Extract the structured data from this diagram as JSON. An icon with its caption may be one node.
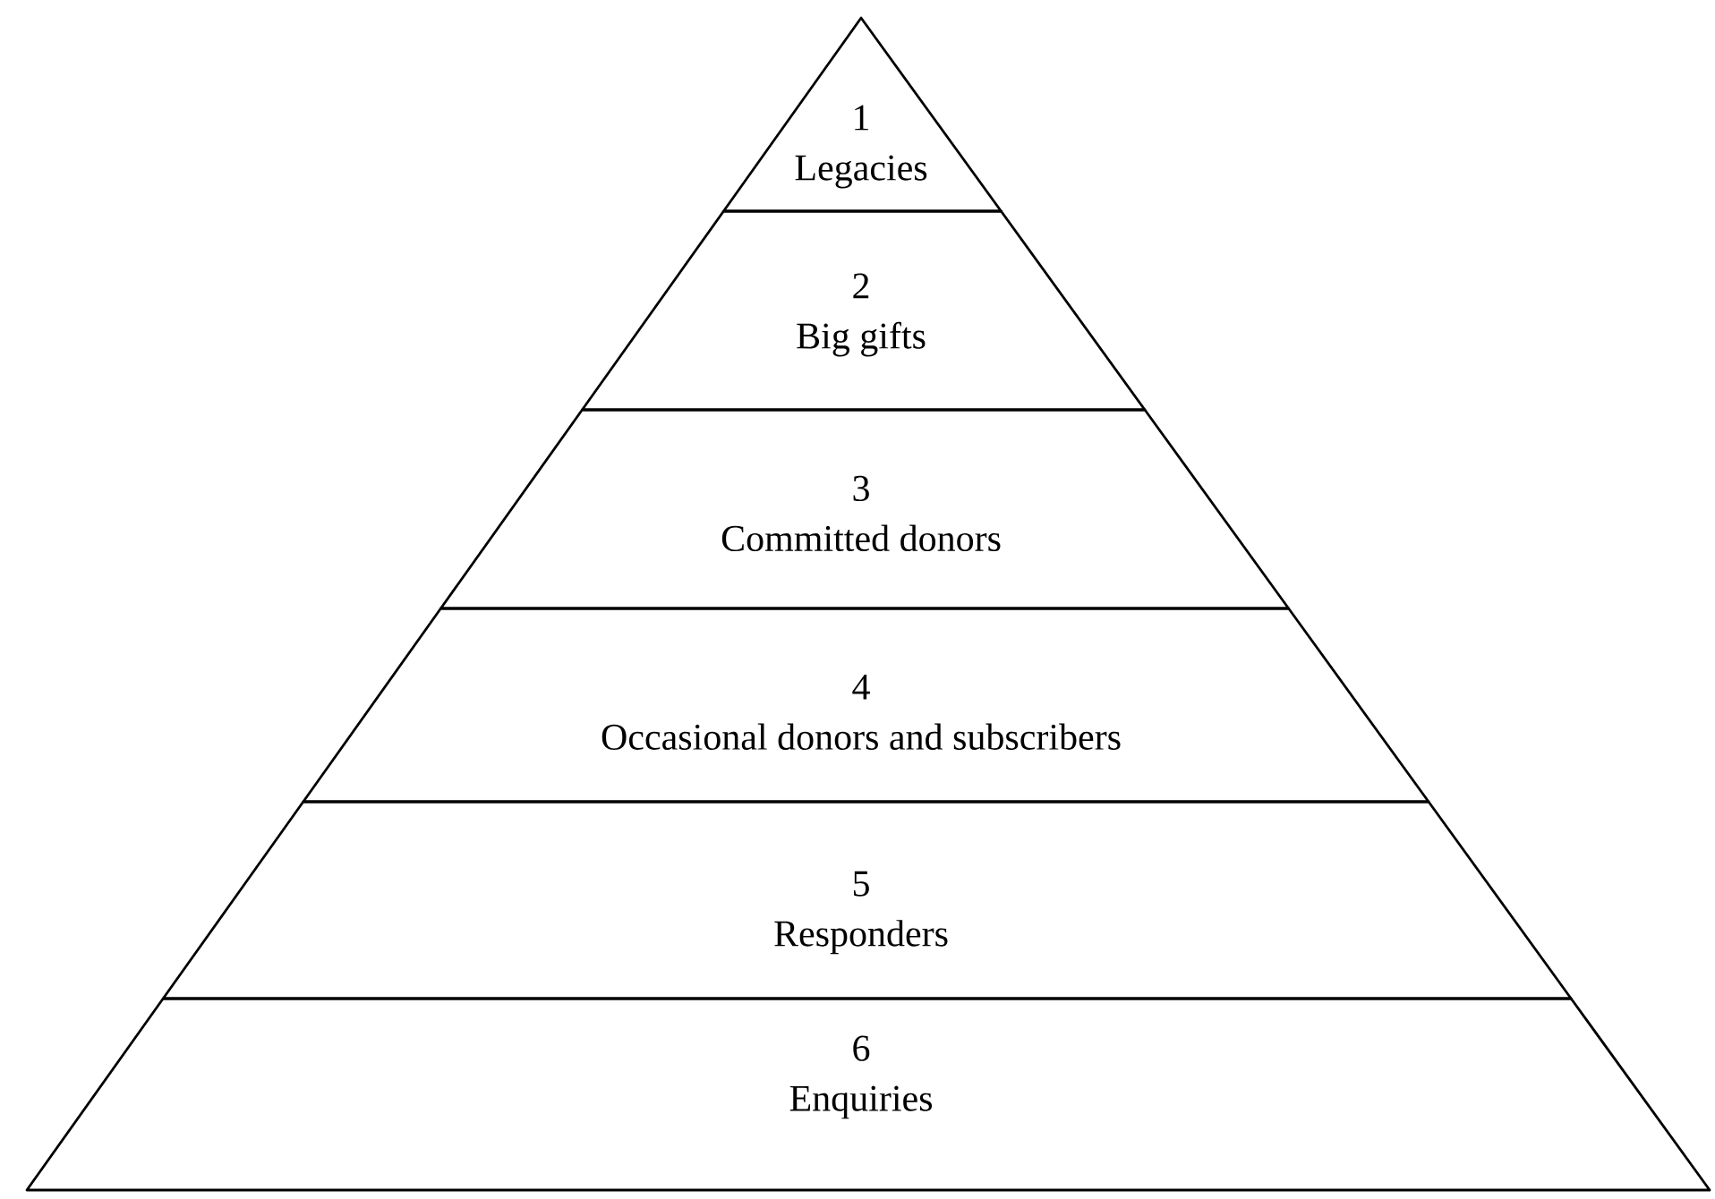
{
  "diagram": {
    "nodes": [
      {
        "text": [
          "1",
          "Legacies"
        ]
      },
      {
        "text": [
          "2",
          "Big gifts"
        ]
      },
      {
        "text": [
          "3",
          "Committed donors"
        ]
      },
      {
        "text": [
          "4",
          "Occasional donors and subscribers"
        ]
      },
      {
        "text": [
          "5",
          "Responders"
        ]
      },
      {
        "text": [
          "6",
          "Enquiries"
        ]
      }
    ]
  }
}
